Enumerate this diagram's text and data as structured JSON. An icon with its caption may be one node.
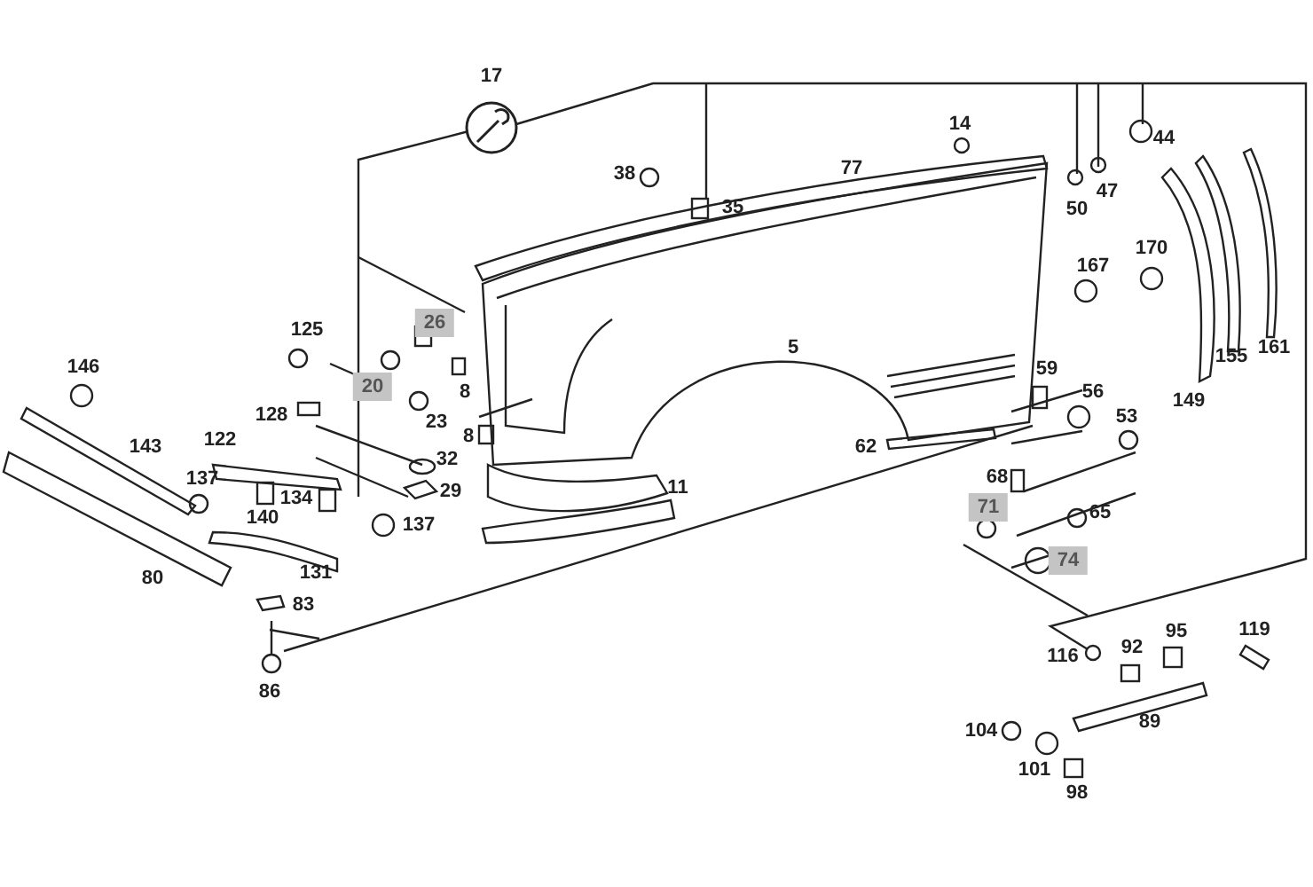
{
  "diagram": {
    "labels": [
      "17",
      "44",
      "14",
      "38",
      "35",
      "77",
      "47",
      "50",
      "170",
      "167",
      "26",
      "125",
      "8",
      "20",
      "5",
      "23",
      "146",
      "128",
      "59",
      "149",
      "155",
      "161",
      "56",
      "53",
      "8",
      "62",
      "122",
      "32",
      "143",
      "11",
      "29",
      "137",
      "134",
      "140",
      "137",
      "68",
      "71",
      "65",
      "131",
      "80",
      "74",
      "83",
      "86",
      "119",
      "95",
      "92",
      "116",
      "89",
      "104",
      "101",
      "98"
    ]
  }
}
